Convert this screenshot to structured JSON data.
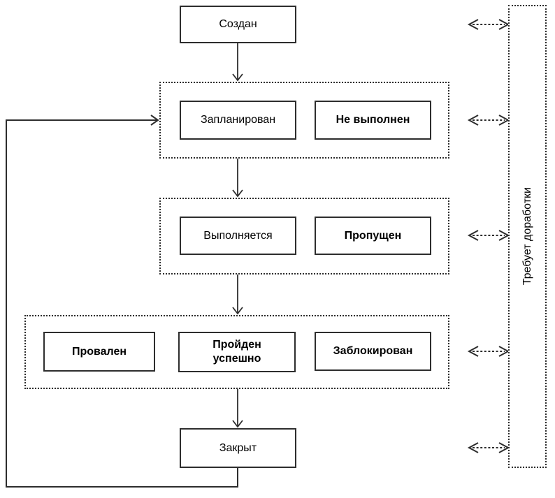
{
  "diagram": {
    "nodes": {
      "created": {
        "label": "Создан",
        "bold": false
      },
      "planned": {
        "label": "Запланирован",
        "bold": false
      },
      "not_executed": {
        "label": "Не выполнен",
        "bold": true
      },
      "in_progress": {
        "label": "Выполняется",
        "bold": false
      },
      "skipped": {
        "label": "Пропущен",
        "bold": true
      },
      "failed": {
        "label": "Провален",
        "bold": true
      },
      "passed": {
        "label": "Пройден успешно",
        "bold": true
      },
      "blocked": {
        "label": "Заблокирован",
        "bold": true
      },
      "closed": {
        "label": "Закрыт",
        "bold": false
      },
      "rework": {
        "label": "Требует доработки",
        "bold": false
      }
    },
    "colors": {
      "line": "#2d2d2d",
      "border": "#2d2d2d",
      "background": "#ffffff",
      "text": "#000000"
    }
  }
}
